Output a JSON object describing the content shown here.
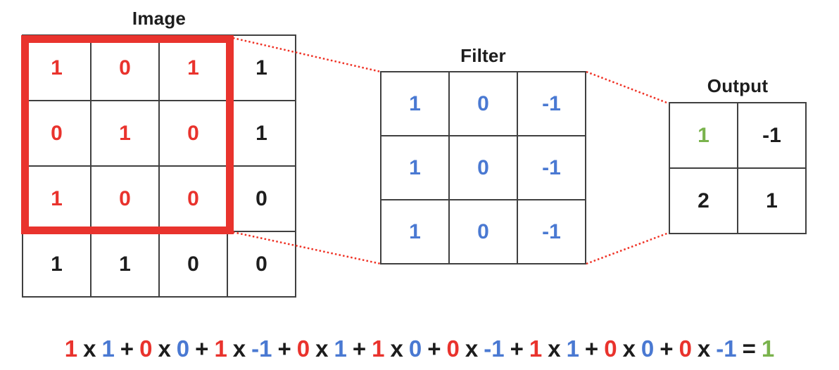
{
  "colors": {
    "highlight_red": "#e9332d",
    "filter_blue": "#4a79d2",
    "result_green": "#7ab34d",
    "text_black": "#1d1d1d",
    "grid_line": "#404040",
    "connector_red": "#ef3124"
  },
  "image_grid": {
    "title": "Image",
    "rows": [
      [
        {
          "v": "1",
          "c": "red"
        },
        {
          "v": "0",
          "c": "red"
        },
        {
          "v": "1",
          "c": "red"
        },
        {
          "v": "1",
          "c": "black"
        }
      ],
      [
        {
          "v": "0",
          "c": "red"
        },
        {
          "v": "1",
          "c": "red"
        },
        {
          "v": "0",
          "c": "red"
        },
        {
          "v": "1",
          "c": "black"
        }
      ],
      [
        {
          "v": "1",
          "c": "red"
        },
        {
          "v": "0",
          "c": "red"
        },
        {
          "v": "0",
          "c": "red"
        },
        {
          "v": "0",
          "c": "black"
        }
      ],
      [
        {
          "v": "1",
          "c": "black"
        },
        {
          "v": "1",
          "c": "black"
        },
        {
          "v": "0",
          "c": "black"
        },
        {
          "v": "0",
          "c": "black"
        }
      ]
    ]
  },
  "filter_grid": {
    "title": "Filter",
    "rows": [
      [
        {
          "v": "1",
          "c": "blue"
        },
        {
          "v": "0",
          "c": "blue"
        },
        {
          "v": "-1",
          "c": "blue"
        }
      ],
      [
        {
          "v": "1",
          "c": "blue"
        },
        {
          "v": "0",
          "c": "blue"
        },
        {
          "v": "-1",
          "c": "blue"
        }
      ],
      [
        {
          "v": "1",
          "c": "blue"
        },
        {
          "v": "0",
          "c": "blue"
        },
        {
          "v": "-1",
          "c": "blue"
        }
      ]
    ]
  },
  "output_grid": {
    "title": "Output",
    "rows": [
      [
        {
          "v": "1",
          "c": "green"
        },
        {
          "v": "-1",
          "c": "black"
        }
      ],
      [
        {
          "v": "2",
          "c": "black"
        },
        {
          "v": "1",
          "c": "black"
        }
      ]
    ]
  },
  "equation": {
    "tokens": [
      {
        "t": "1",
        "c": "red"
      },
      {
        "t": "x",
        "c": "black"
      },
      {
        "t": "1",
        "c": "blue"
      },
      {
        "t": "+",
        "c": "black"
      },
      {
        "t": "0",
        "c": "red"
      },
      {
        "t": "x",
        "c": "black"
      },
      {
        "t": "0",
        "c": "blue"
      },
      {
        "t": "+",
        "c": "black"
      },
      {
        "t": "1",
        "c": "red"
      },
      {
        "t": "x",
        "c": "black"
      },
      {
        "t": "-1",
        "c": "blue"
      },
      {
        "t": "+",
        "c": "black"
      },
      {
        "t": "0",
        "c": "red"
      },
      {
        "t": "x",
        "c": "black"
      },
      {
        "t": "1",
        "c": "blue"
      },
      {
        "t": "+",
        "c": "black"
      },
      {
        "t": "1",
        "c": "red"
      },
      {
        "t": "x",
        "c": "black"
      },
      {
        "t": "0",
        "c": "blue"
      },
      {
        "t": "+",
        "c": "black"
      },
      {
        "t": "0",
        "c": "red"
      },
      {
        "t": "x",
        "c": "black"
      },
      {
        "t": "-1",
        "c": "blue"
      },
      {
        "t": "+",
        "c": "black"
      },
      {
        "t": "1",
        "c": "red"
      },
      {
        "t": "x",
        "c": "black"
      },
      {
        "t": "1",
        "c": "blue"
      },
      {
        "t": "+",
        "c": "black"
      },
      {
        "t": "0",
        "c": "red"
      },
      {
        "t": "x",
        "c": "black"
      },
      {
        "t": "0",
        "c": "blue"
      },
      {
        "t": "+",
        "c": "black"
      },
      {
        "t": "0",
        "c": "red"
      },
      {
        "t": "x",
        "c": "black"
      },
      {
        "t": "-1",
        "c": "blue"
      },
      {
        "t": "=",
        "c": "black"
      },
      {
        "t": "1",
        "c": "green"
      }
    ]
  }
}
